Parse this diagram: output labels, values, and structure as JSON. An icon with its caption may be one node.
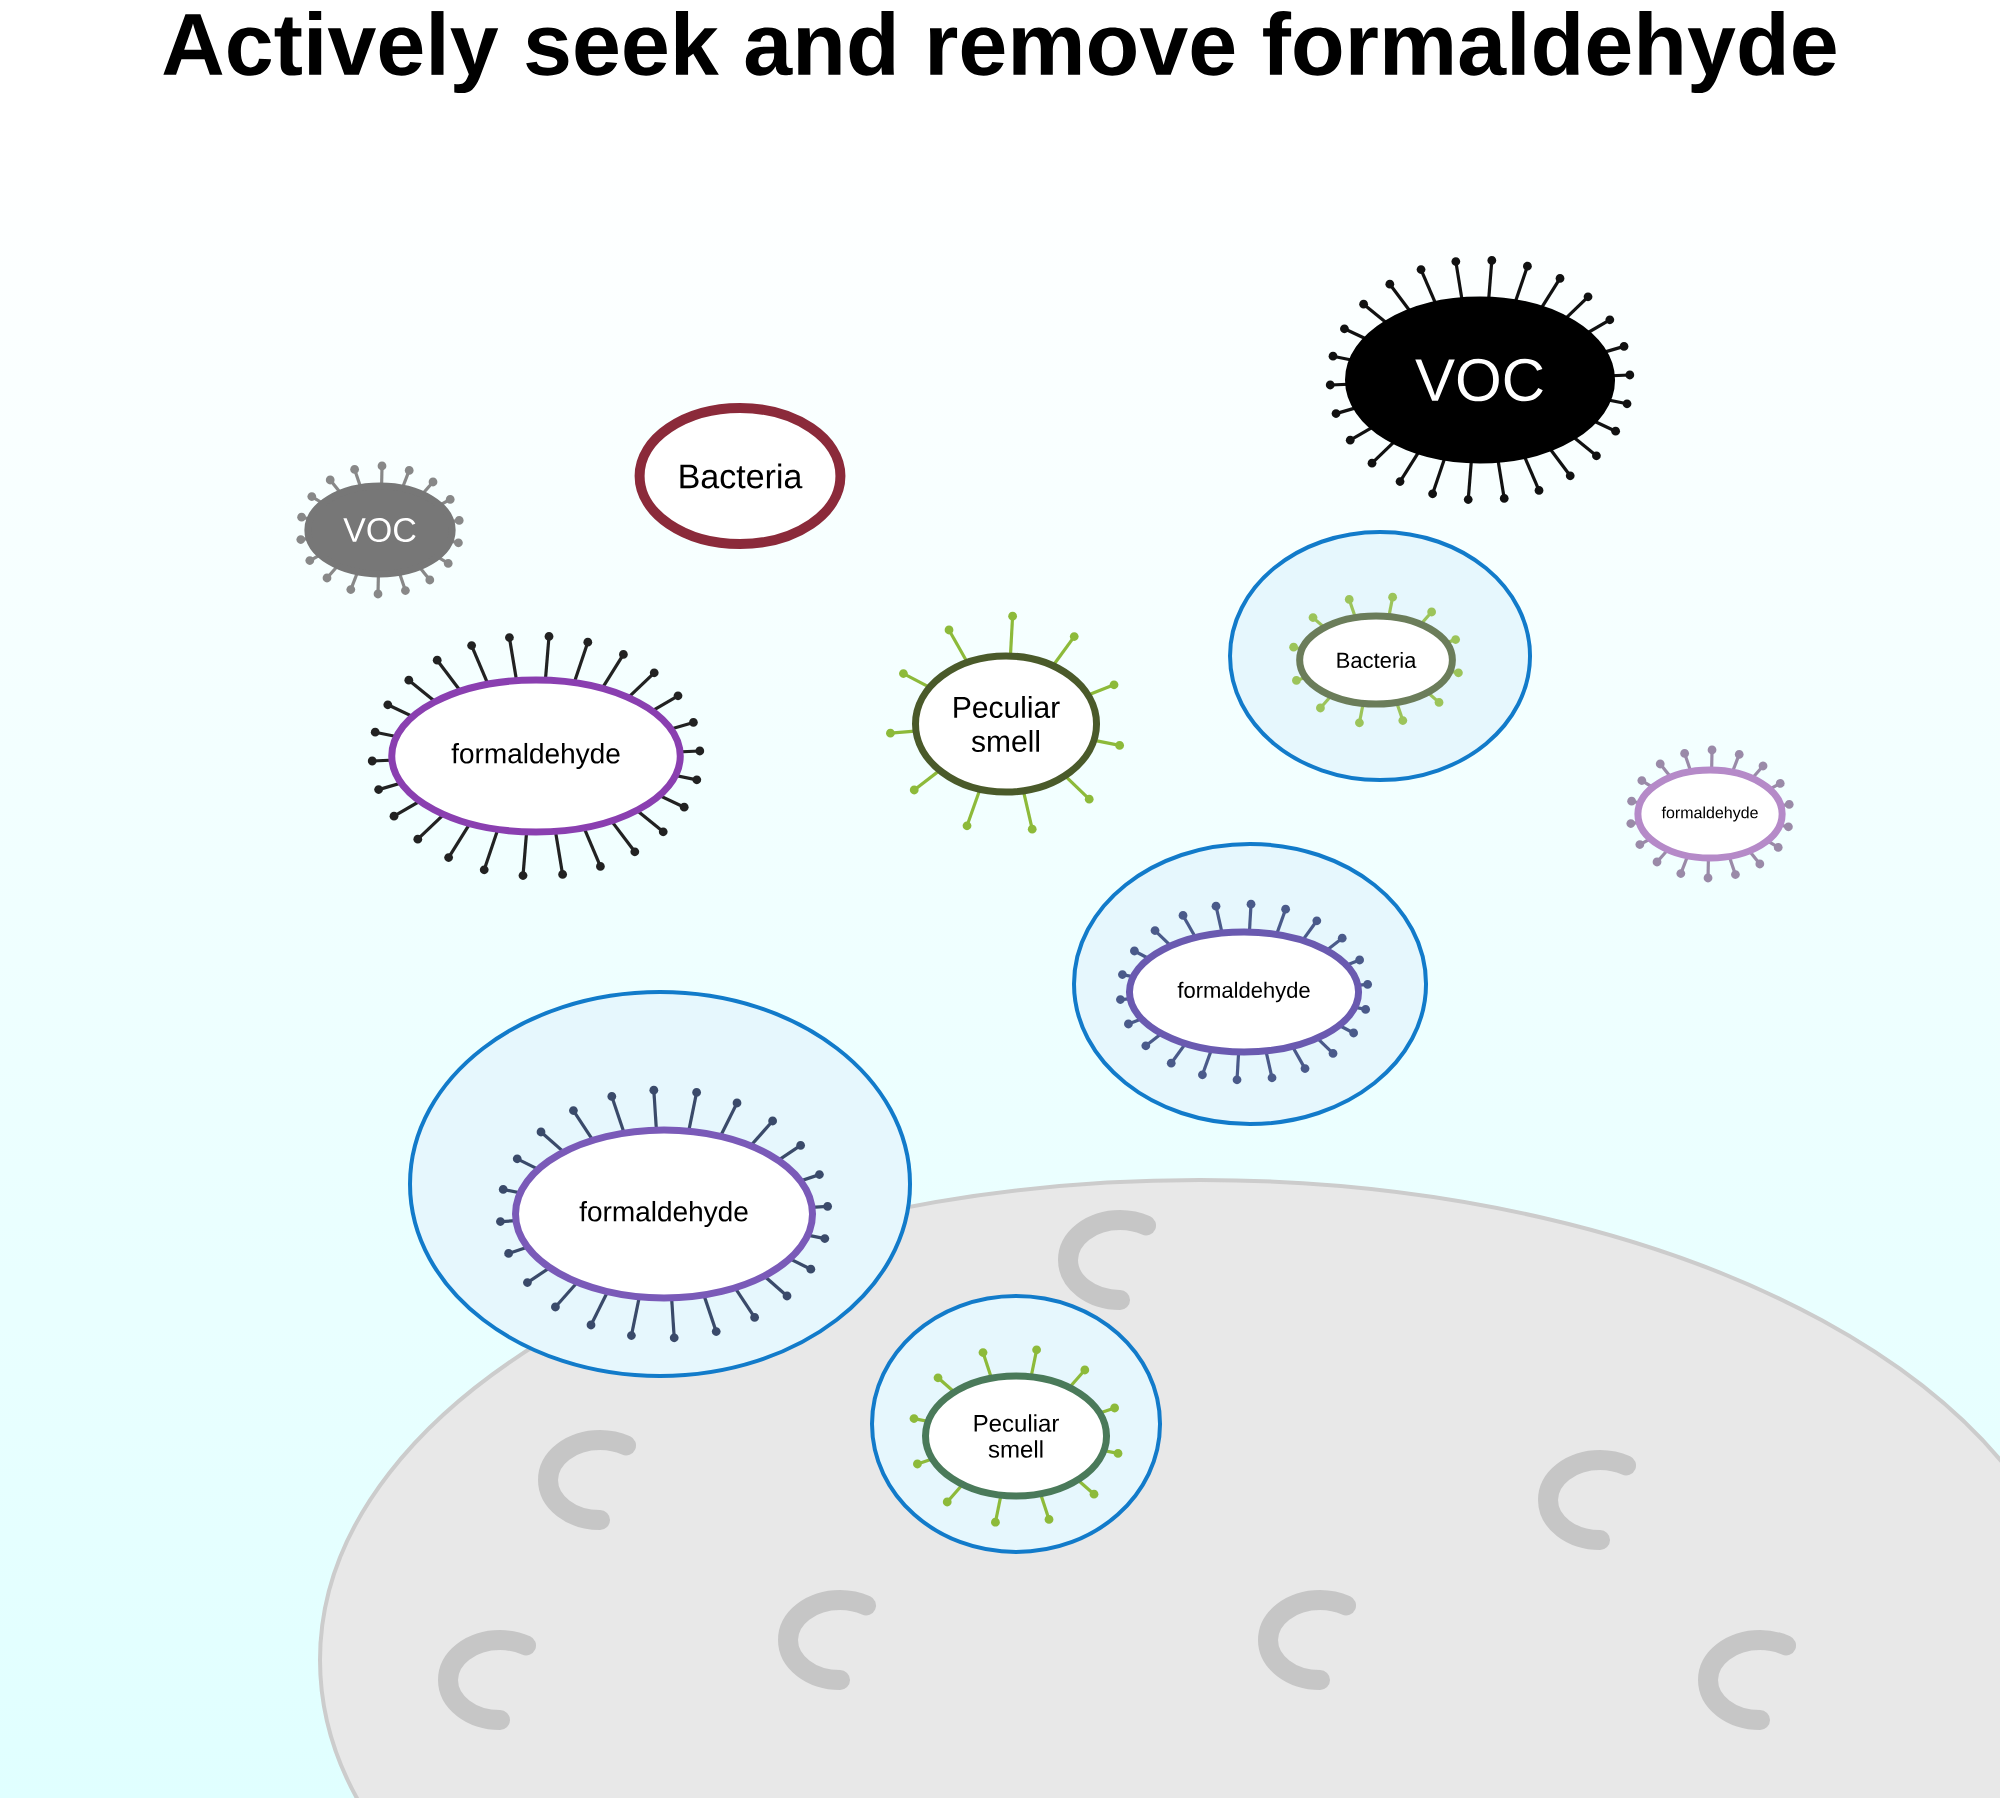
{
  "diagram": {
    "title": "Actively seek and remove formaldehyde",
    "nodes": [
      {
        "text": [
          "VOC"
        ]
      },
      {
        "text": [
          "Bacteria"
        ]
      },
      {
        "text": [
          "VOC"
        ]
      },
      {
        "text": [
          "Bacteria"
        ]
      },
      {
        "text": [
          "formaldehyde"
        ]
      },
      {
        "text": [
          "Peculiar smell"
        ]
      },
      {
        "text": [
          "formaldehyde"
        ]
      },
      {
        "text": [
          "formaldehyde"
        ]
      },
      {
        "text": [
          "formaldehyde"
        ]
      },
      {
        "text": [
          "Peculiar smell"
        ]
      }
    ]
  }
}
